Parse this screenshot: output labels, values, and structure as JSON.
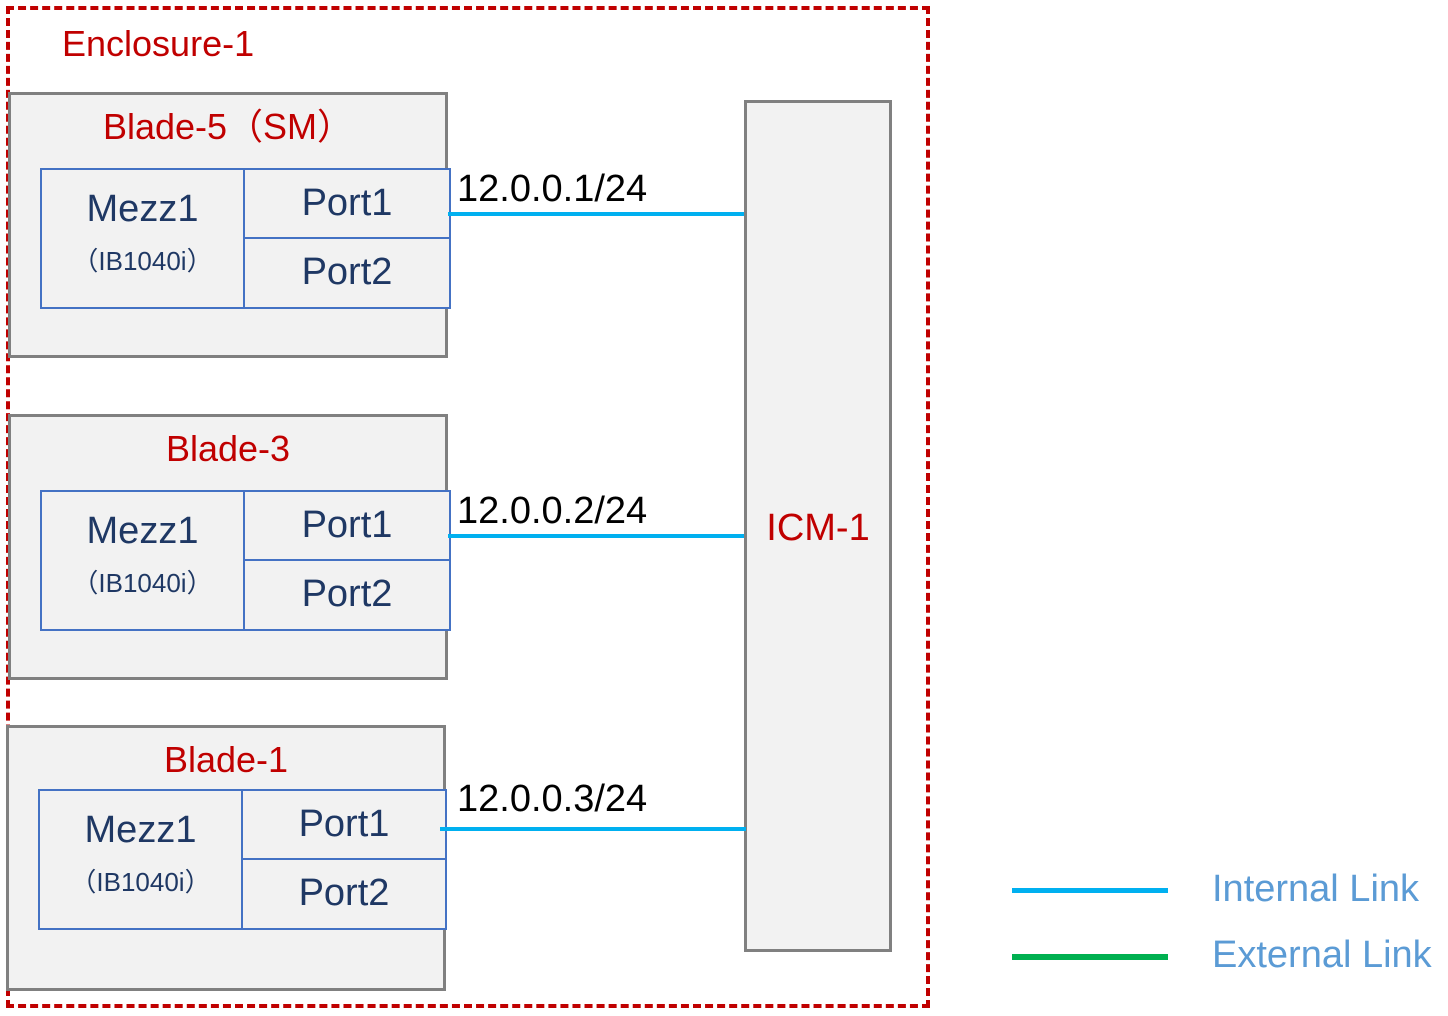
{
  "enclosure": {
    "label": "Enclosure-1"
  },
  "blades": [
    {
      "title": "Blade-5（SM）",
      "mezz_name": "Mezz1",
      "mezz_model": "（IB1040i）",
      "port1": "Port1",
      "port2": "Port2",
      "ip": "12.0.0.1/24"
    },
    {
      "title": "Blade-3",
      "mezz_name": "Mezz1",
      "mezz_model": "（IB1040i）",
      "port1": "Port1",
      "port2": "Port2",
      "ip": "12.0.0.2/24"
    },
    {
      "title": "Blade-1",
      "mezz_name": "Mezz1",
      "mezz_model": "（IB1040i）",
      "port1": "Port1",
      "port2": "Port2",
      "ip": "12.0.0.3/24"
    }
  ],
  "icm": {
    "label": "ICM-1"
  },
  "legend": {
    "internal": {
      "label": "Internal Link",
      "color": "#00b0f0"
    },
    "external": {
      "label": "External Link",
      "color": "#00b050"
    }
  },
  "colors": {
    "enclosure_border": "#c00000",
    "blade_title": "#c00000",
    "component_text": "#1f3864",
    "mezz_border": "#4472c4",
    "box_fill": "#f2f2f2",
    "box_border": "#808080",
    "legend_text": "#5b9bd5"
  }
}
